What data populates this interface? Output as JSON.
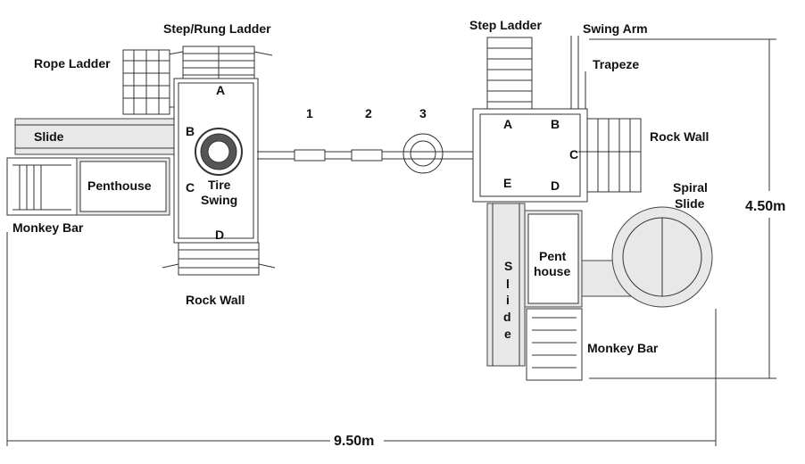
{
  "labels": {
    "step_rung_ladder": "Step/Rung Ladder",
    "rope_ladder": "Rope Ladder",
    "slide_left": "Slide",
    "penthouse_left": "Penthouse",
    "monkey_bar_left": "Monkey Bar",
    "tire_swing_1": "Tire",
    "tire_swing_2": "Swing",
    "rock_wall_left": "Rock Wall",
    "left_a": "A",
    "left_b": "B",
    "left_c": "C",
    "left_d": "D",
    "bridge_1": "1",
    "bridge_2": "2",
    "bridge_3": "3",
    "step_ladder": "Step Ladder",
    "swing_arm": "Swing Arm",
    "trapeze": "Trapeze",
    "right_a": "A",
    "right_b": "B",
    "right_c": "C",
    "right_d": "D",
    "right_e": "E",
    "rock_wall_right": "Rock Wall",
    "spiral_slide_1": "Spiral",
    "spiral_slide_2": "Slide",
    "pent_house_1": "Pent",
    "pent_house_2": "house",
    "slide_vertical": [
      "S",
      "l",
      "i",
      "d",
      "e"
    ],
    "monkey_bar_right": "Monkey Bar",
    "dim_height": "4.50m",
    "dim_width": "9.50m"
  },
  "colors": {
    "line": "#333333",
    "shade": "#e8e8e8"
  }
}
